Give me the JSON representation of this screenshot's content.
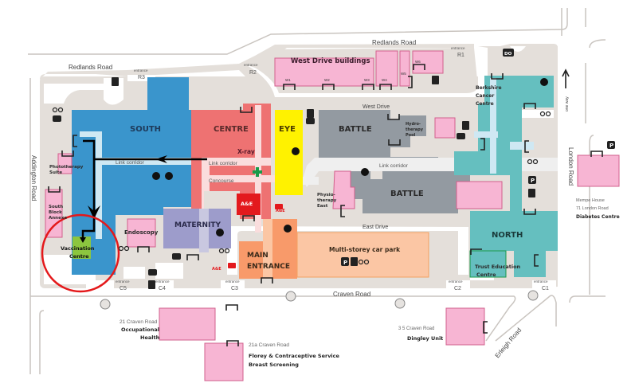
{
  "map": {
    "roads": {
      "redlands_west": "Redlands Road",
      "redlands_east": "Redlands Road",
      "addington": "Addington Road",
      "london": "London Road",
      "craven": "Craven Road",
      "erleigh": "Erleigh Road",
      "west_drive": "West Drive",
      "east_drive": "East Drive",
      "one_way": "one way"
    },
    "entrances": {
      "word": "entrance",
      "r1": "R1",
      "r2": "R2",
      "r3": "R3",
      "c1": "C1",
      "c2": "C2",
      "c3": "C3",
      "c4": "C4",
      "c5": "C5"
    },
    "buildings": {
      "south": "SOUTH",
      "centre": "CENTRE",
      "eye": "EYE",
      "battle_north": "BATTLE",
      "battle_south": "BATTLE",
      "north": "NORTH",
      "maternity": "MATERNITY",
      "main_entrance_1": "MAIN",
      "main_entrance_2": "ENTRANCE",
      "west_drive_buildings": "West Drive buildings",
      "berkshire_1": "Berkshire",
      "berkshire_2": "Cancer",
      "berkshire_3": "Centre",
      "hydro_1": "Hydro-",
      "hydro_2": "therapy",
      "hydro_3": "Pool",
      "physio_1": "Physio-",
      "physio_2": "therapy",
      "physio_3": "East",
      "phototherapy_1": "Phototherapy",
      "phototherapy_2": "Suite",
      "south_annexe_1": "South",
      "south_annexe_2": "Block",
      "south_annexe_3": "Annexe",
      "endoscopy": "Endoscopy",
      "vaccination_1": "Vaccination",
      "vaccination_2": "Centre",
      "xray": "X-ray",
      "ae": "A&E",
      "ae_sign": "A&E",
      "trust_education_1": "Trust Education",
      "trust_education_2": "Centre",
      "car_park": "Multi-storey car park",
      "link_corridor_west": "Link corridor",
      "link_corridor_centre": "Link corridor",
      "link_corridor_east": "Link corridor",
      "concourse": "Concourse",
      "w1": "W1",
      "w2": "W2",
      "w3": "W3",
      "w4": "W4",
      "w5": "W5",
      "w6": "W6"
    },
    "offsite": {
      "occ_addr": "21 Craven Road",
      "occ_1": "Occupational",
      "occ_2": "Health",
      "florey_addr": "21a Craven Road",
      "florey_1": "Florey & Contraceptive Service",
      "florey_2": "Breast Screening",
      "dingley_addr": "3 5 Craven Road",
      "dingley_name": "Dingley Unit",
      "diabetes_addr_1": "Mempe House",
      "diabetes_addr_2": "71 London Road",
      "diabetes_name": "Diabetes Centre"
    },
    "icons": {
      "parking": "P",
      "drop_off": "DO"
    },
    "colors": {
      "south": "#3a95cc",
      "centre": "#ee7272",
      "eye": "#fff200",
      "battle": "#939aa1",
      "north": "#65bfbf",
      "maternity": "#9d9ccb",
      "main_entrance": "#f89a6a",
      "car_park": "#fbc6a4",
      "pink_building": "#f7b5d3",
      "vaccination": "#8cc63f",
      "ae": "#e3191d",
      "ground": "#e4dfda",
      "route": "#000000",
      "highlight_circle": "#e4191b"
    }
  }
}
